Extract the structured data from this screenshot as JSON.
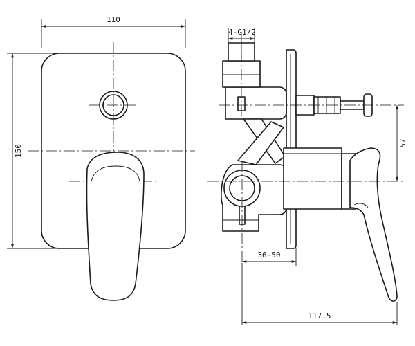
{
  "dimensions": {
    "front_width": "110",
    "front_height": "150",
    "connection": "4-G1/2",
    "spout_offset": "57",
    "wall_depth": "36~50",
    "total_depth": "117.5"
  }
}
